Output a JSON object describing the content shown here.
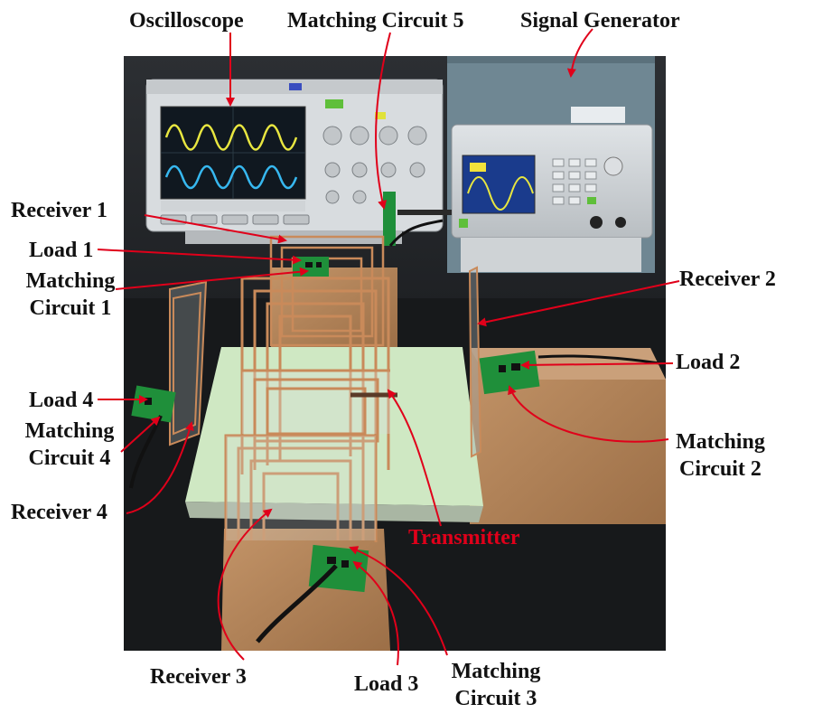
{
  "figure": {
    "labels": {
      "oscilloscope": "Oscilloscope",
      "matching5": "Matching Circuit  5",
      "signal_generator": "Signal Generator",
      "receiver1": "Receiver 1",
      "load1": "Load 1",
      "matching1_l1": "Matching",
      "matching1_l2": "Circuit 1",
      "receiver2": "Receiver 2",
      "load2": "Load 2",
      "matching2_l1": "Matching",
      "matching2_l2": "Circuit 2",
      "load4": "Load 4",
      "matching4_l1": "Matching",
      "matching4_l2": "Circuit 4",
      "receiver4": "Receiver 4",
      "transmitter": "Transmitter",
      "receiver3": "Receiver 3",
      "load3": "Load 3",
      "matching3_l1": "Matching",
      "matching3_l2": "Circuit 3"
    },
    "colors": {
      "arrow": "#e0001a",
      "label": "#111111",
      "transmitter_label": "#e0001a",
      "osc_trace_1": "#e8e640",
      "osc_trace_2": "#37b8f0",
      "pcb": "#1f8f3a",
      "coil": "#c98a5a",
      "cardboard": "#b7865c"
    }
  }
}
